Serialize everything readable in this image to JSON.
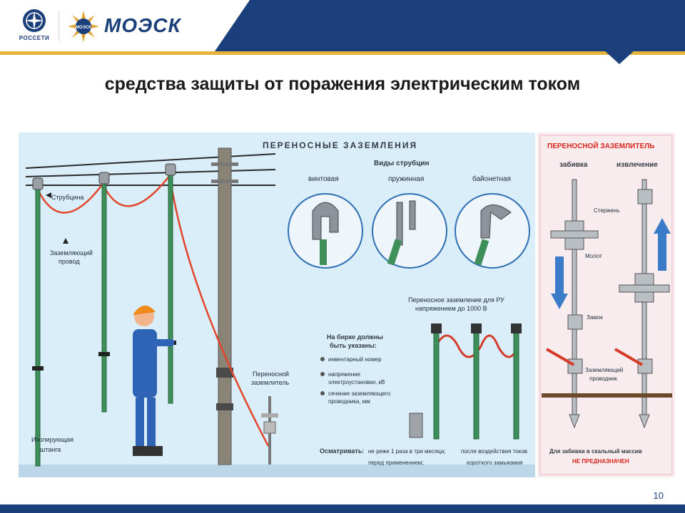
{
  "header": {
    "logo_left_label": "РОССЕТИ",
    "brand_name": "МОЭСК",
    "colors": {
      "navy": "#1b3f7a",
      "gold": "#e3b43c"
    }
  },
  "slide": {
    "title": "средства защиты от поражения электрическим током",
    "page_number": "10"
  },
  "illustration": {
    "left_panel": {
      "heading": "ПЕРЕНОСНЫЕ ЗАЗЕМЛЕНИЯ",
      "label_clamp": "Струбцина",
      "label_ground_wire_1": "Заземляющий",
      "label_ground_wire_2": "провод",
      "label_rod_1": "Изолирующая",
      "label_rod_2": "штанга",
      "label_portable_1": "Переносной",
      "label_portable_2": "заземлитель"
    },
    "clamp_types": {
      "heading": "Виды струбцин",
      "items": [
        "винтовая",
        "пружинная",
        "байонетная"
      ]
    },
    "ru_section": {
      "heading_1": "Переносное заземление для РУ",
      "heading_2": "напряжением до 1000 В"
    },
    "tag_info": {
      "heading_1": "На бирке должны",
      "heading_2": "быть указаны:",
      "items": [
        {
          "line1": "инвентарный номер",
          "line2": ""
        },
        {
          "line1": "напряжение",
          "line2": "электроустановки, кВ"
        },
        {
          "line1": "сечение заземляющего",
          "line2": "проводника, мм"
        }
      ]
    },
    "inspect": {
      "label": "Осматривать:",
      "item_1": "не реже 1 раза в три месяца;",
      "item_2": "перед применением;",
      "item_3a": "после воздействия токов",
      "item_3b": "короткого замыкания"
    },
    "right_panel": {
      "heading": "ПЕРЕНОСНОЙ ЗАЗЕМЛИТЕЛЬ",
      "col_left": "забивка",
      "col_right": "извлечение",
      "label_rod": "Стержень",
      "label_hammer": "Молот",
      "label_lock": "Замок",
      "label_wire_1": "Заземляющий",
      "label_wire_2": "проводник",
      "footer_1": "Для забивки в скальный массив",
      "footer_2": "НЕ ПРЕДНАЗНАЧЕН"
    }
  }
}
